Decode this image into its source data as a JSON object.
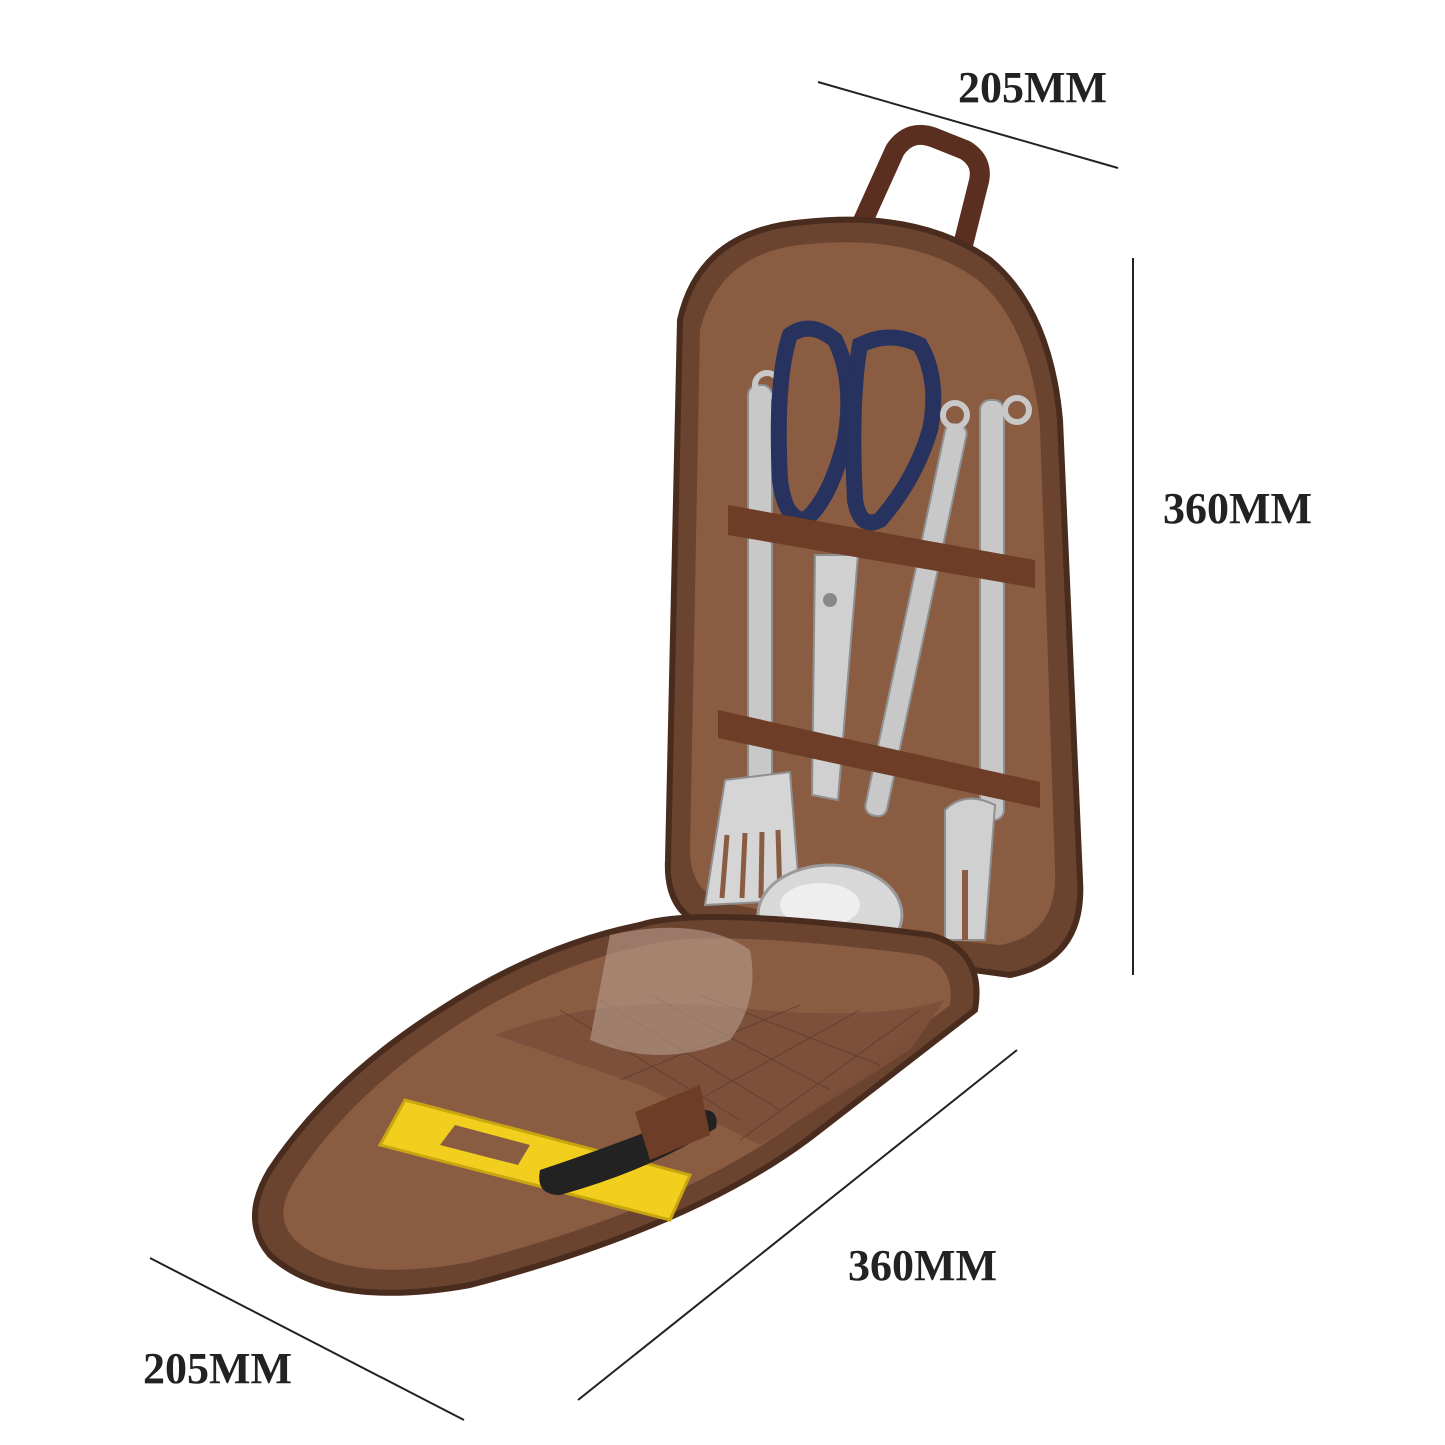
{
  "dimensions": {
    "top_width": "205MM",
    "right_height": "360MM",
    "bottom_length": "360MM",
    "bottom_width": "205MM"
  },
  "colors": {
    "bag_outer": "#6b4430",
    "bag_inner": "#8a5d43",
    "strap": "#6e3d28",
    "handle": "#5a2f20",
    "steel": "#c8c8c8",
    "scissors_handle": "#27325e",
    "cutting_board": "#f2cf1f",
    "knife_handle": "#222222",
    "dimension_line": "#222222"
  },
  "objects": [
    "handle-loop",
    "bag-back-panel",
    "scissors",
    "spatula",
    "ladle",
    "fork",
    "tongs",
    "mesh-pocket",
    "cutting-board",
    "knife"
  ]
}
